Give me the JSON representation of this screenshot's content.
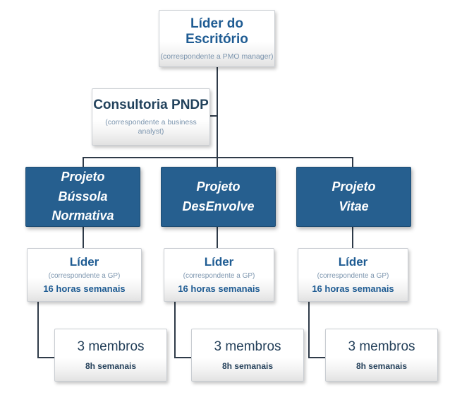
{
  "diagram": {
    "type": "organizational-chart",
    "language": "pt-BR",
    "colors": {
      "project_box_fill": "#265f8f",
      "project_box_text": "#ffffff",
      "title_text": "#1f5c93",
      "subtitle_text": "#7c95ae",
      "connector_line": "#2f3b49",
      "light_box_fill": "#f2f2f2",
      "light_box_border": "#c9cdd2",
      "page_background": "#ffffff"
    },
    "top": {
      "title": "Líder do Escritório",
      "subtitle": "(correspondente a PMO manager)"
    },
    "staff": {
      "title": "Consultoria PNDP",
      "subtitle": "(correspondente a business analyst)"
    },
    "projects": [
      {
        "line1": "Projeto",
        "line2": "Bússola Normativa",
        "leader": {
          "title": "Líder",
          "subtitle": "(correspondente a GP)",
          "hours": "16 horas semanais"
        },
        "members": {
          "count_label": "3 membros",
          "hours": "8h semanais"
        }
      },
      {
        "line1": "Projeto",
        "line2": "DesEnvolve",
        "leader": {
          "title": "Líder",
          "subtitle": "(correspondente a GP)",
          "hours": "16 horas semanais"
        },
        "members": {
          "count_label": "3 membros",
          "hours": "8h semanais"
        }
      },
      {
        "line1": "Projeto",
        "line2": "Vitae",
        "leader": {
          "title": "Líder",
          "subtitle": "(correspondente a GP)",
          "hours": "16 horas semanais"
        },
        "members": {
          "count_label": "3 membros",
          "hours": "8h semanais"
        }
      }
    ]
  }
}
